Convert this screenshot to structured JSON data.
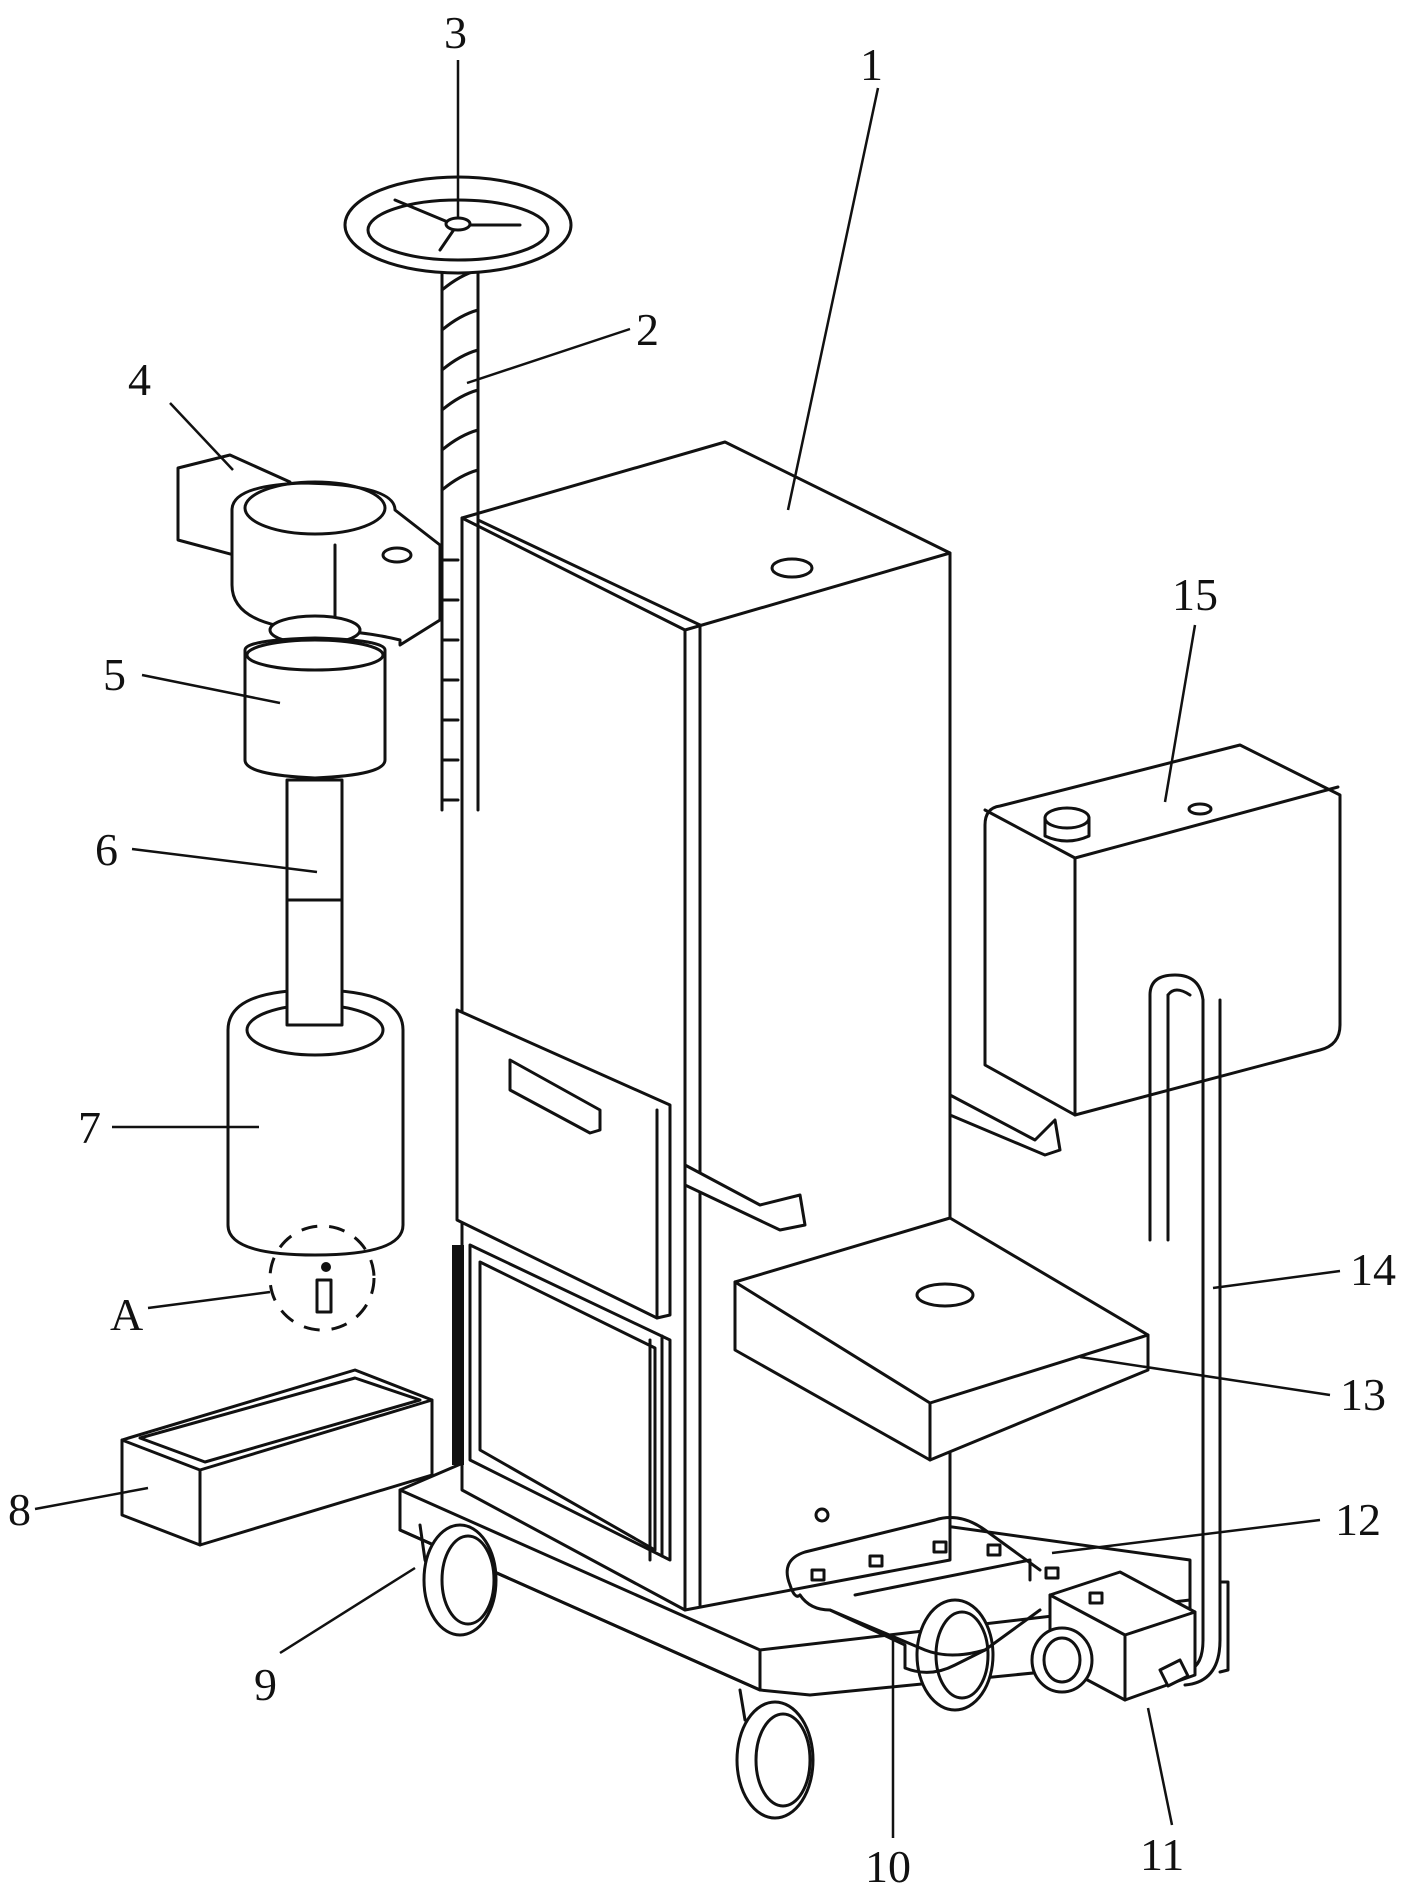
{
  "figure": {
    "type": "patent-perspective-drawing",
    "subject": "mobile cart apparatus with lifting screw, handwheel, drawers, tank, pump and casters",
    "line_color": "#111111",
    "background": "#ffffff"
  },
  "labels": [
    {
      "id": "1",
      "text": "1",
      "part": "main-cabinet"
    },
    {
      "id": "2",
      "text": "2",
      "part": "threaded-lead-screw"
    },
    {
      "id": "3",
      "text": "3",
      "part": "handwheel"
    },
    {
      "id": "4",
      "text": "4",
      "part": "lifting-bracket"
    },
    {
      "id": "5",
      "text": "5",
      "part": "motor-housing"
    },
    {
      "id": "6",
      "text": "6",
      "part": "drive-shaft"
    },
    {
      "id": "7",
      "text": "7",
      "part": "cylindrical-head"
    },
    {
      "id": "8",
      "text": "8",
      "part": "side-tray"
    },
    {
      "id": "9",
      "text": "9",
      "part": "caster-wheel"
    },
    {
      "id": "10",
      "text": "10",
      "part": "spray-pipe-frame"
    },
    {
      "id": "11",
      "text": "11",
      "part": "water-pump"
    },
    {
      "id": "12",
      "text": "12",
      "part": "spray-nozzle"
    },
    {
      "id": "13",
      "text": "13",
      "part": "support-plate"
    },
    {
      "id": "14",
      "text": "14",
      "part": "water-pipe"
    },
    {
      "id": "15",
      "text": "15",
      "part": "water-tank"
    },
    {
      "id": "A",
      "text": "A",
      "part": "detail-callout-A"
    }
  ]
}
